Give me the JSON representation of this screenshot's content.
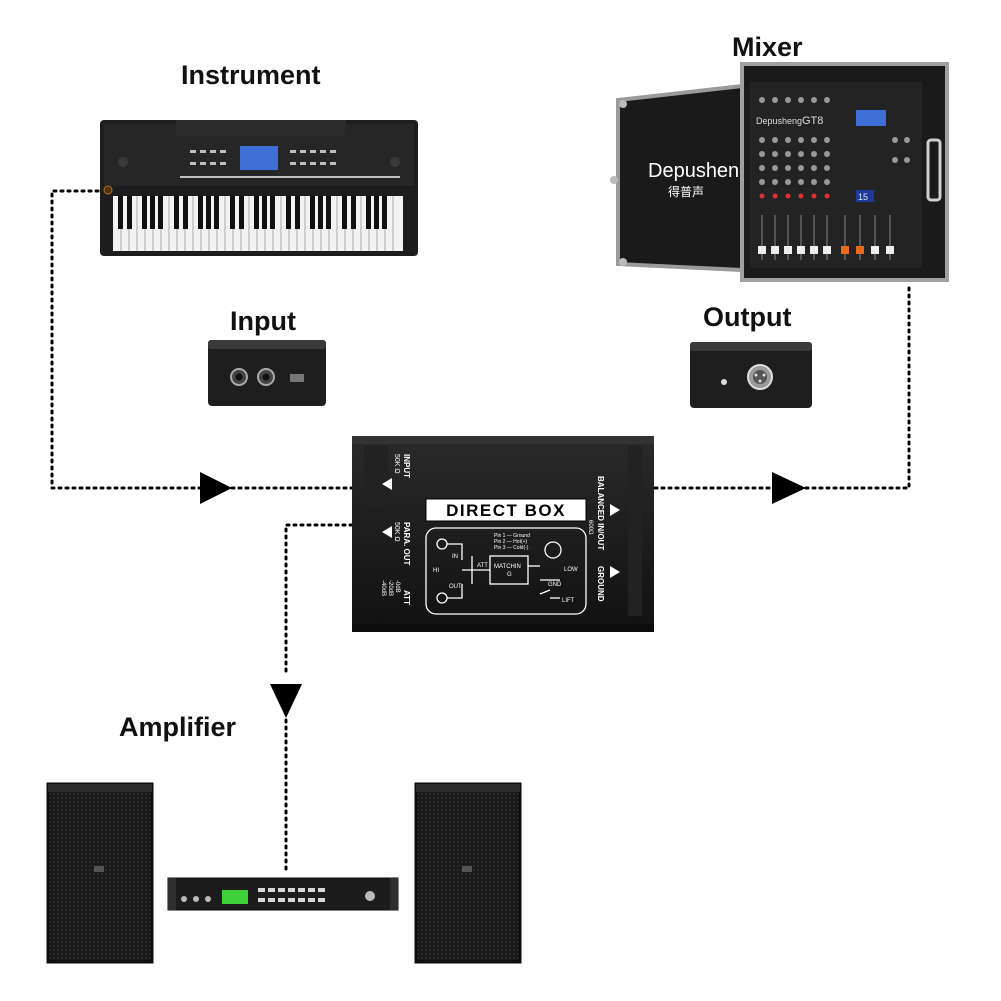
{
  "labels": {
    "instrument": "Instrument",
    "mixer": "Mixer",
    "input": "Input",
    "output": "Output",
    "amplifier": "Amplifier"
  },
  "mixer_case": {
    "brand": "Depusheng",
    "brand_cn": "得普声",
    "panel_brand": "Depusheng",
    "model": "GT8",
    "display_digits": "15"
  },
  "direct_box": {
    "title": "DIRECT BOX",
    "input_label": "INPUT",
    "input_sub": "50K Ω",
    "para_out_label": "PARA. OUT",
    "para_out_sub": "50K Ω",
    "att_label": "ATT",
    "att_values": [
      "-0dB",
      "-20dB",
      "-40dB"
    ],
    "balanced_label": "BALANCED IN/OUT",
    "balanced_sub": "600Ω",
    "ground_label": "GROUND",
    "schematic": {
      "hi": "HI",
      "in": "IN",
      "out": "OUT",
      "att": "ATT",
      "matching": "MATCHIN",
      "matching2": "G",
      "pin1": "Pin 1 — Ground",
      "pin2": "Pin 2 — Hot(+)",
      "pin3": "Pin 3 — Cold(-)",
      "low": "LOW",
      "gnd": "GND",
      "lift": "LIFT"
    }
  },
  "colors": {
    "line": "#000000",
    "device_dark": "#1c1c1c",
    "label_white": "#ffffff",
    "lcd_blue": "#3d6fd6",
    "lcd_green": "#3fd13a"
  }
}
